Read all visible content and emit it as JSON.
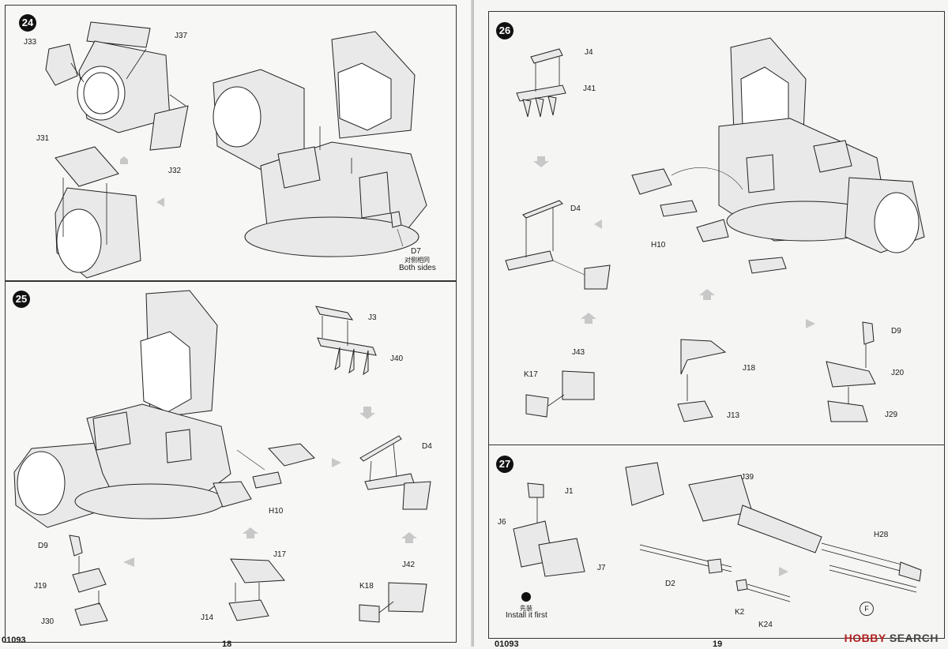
{
  "left_page": {
    "code": "01093",
    "page_number": "18",
    "steps": [
      {
        "number": "24",
        "labels": {
          "j33": "J33",
          "j37": "J37",
          "j31": "J31",
          "j32": "J32",
          "d7": "D7",
          "d7_note_cn": "对侧相同",
          "d7_note": "Both sides"
        }
      },
      {
        "number": "25",
        "labels": {
          "j3": "J3",
          "j40": "J40",
          "d4": "D4",
          "h10": "H10",
          "d9": "D9",
          "j19": "J19",
          "j30": "J30",
          "j17": "J17",
          "j14": "J14",
          "j42": "J42",
          "k18": "K18"
        }
      }
    ]
  },
  "right_page": {
    "code": "01093",
    "page_number": "19",
    "steps": [
      {
        "number": "26",
        "labels": {
          "j4": "J4",
          "j41": "J41",
          "d4": "D4",
          "h10": "H10",
          "d9": "D9",
          "j20": "J20",
          "j29": "J29",
          "j43": "J43",
          "k17": "K17",
          "j18": "J18",
          "j13": "J13"
        }
      },
      {
        "number": "27",
        "labels": {
          "j1": "J1",
          "j6": "J6",
          "j7": "J7",
          "j39": "J39",
          "h28": "H28",
          "d2": "D2",
          "k2": "K2",
          "k24": "K24",
          "install_cn": "先装",
          "install_note": "Install it first",
          "f_marker": "F"
        }
      }
    ]
  },
  "watermark": {
    "brand_a": "HOBBY",
    "brand_b": " SEARCH"
  }
}
